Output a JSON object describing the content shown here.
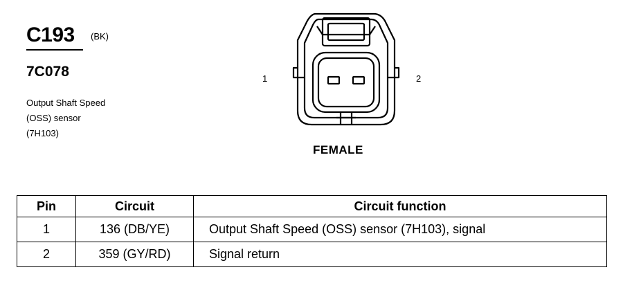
{
  "connector": {
    "id": "C193",
    "color_code": "(BK)",
    "part_number": "7C078",
    "description_lines": [
      "Output Shaft Speed",
      "(OSS) sensor",
      "(7H103)"
    ],
    "gender": "FEMALE",
    "pin_labels": {
      "left": "1",
      "right": "2"
    }
  },
  "table": {
    "headers": [
      "Pin",
      "Circuit",
      "Circuit function"
    ],
    "rows": [
      {
        "pin": "1",
        "circuit": "136 (DB/YE)",
        "function": "Output Shaft Speed (OSS) sensor (7H103), signal"
      },
      {
        "pin": "2",
        "circuit": "359 (GY/RD)",
        "function": "Signal return"
      }
    ]
  }
}
